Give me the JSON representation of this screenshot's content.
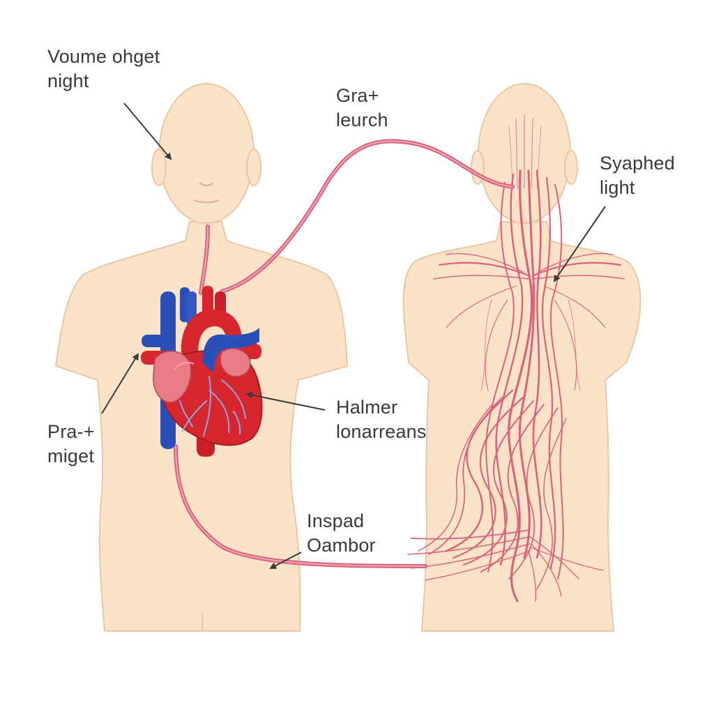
{
  "labels": {
    "head": {
      "line1": "Voume ohget",
      "line2": "night"
    },
    "top": {
      "line1": "Gra+",
      "line2": "leurch"
    },
    "spine": {
      "line1": "Syaphed",
      "line2": "light"
    },
    "heart": {
      "line1": "Halmer",
      "line2": "lonarreans"
    },
    "left": {
      "line1": "Pra-+",
      "line2": "miget"
    },
    "lower": {
      "line1": "Inspad",
      "line2": "Oambor"
    }
  },
  "colors": {
    "skin": "#fbe3c9",
    "skin_outline": "#eac6a3",
    "nerve": "#d9627a",
    "vein": "#2b4fb8",
    "artery": "#d8262e",
    "label_text": "#3a3a3a",
    "arrow": "#3a3a3a"
  }
}
